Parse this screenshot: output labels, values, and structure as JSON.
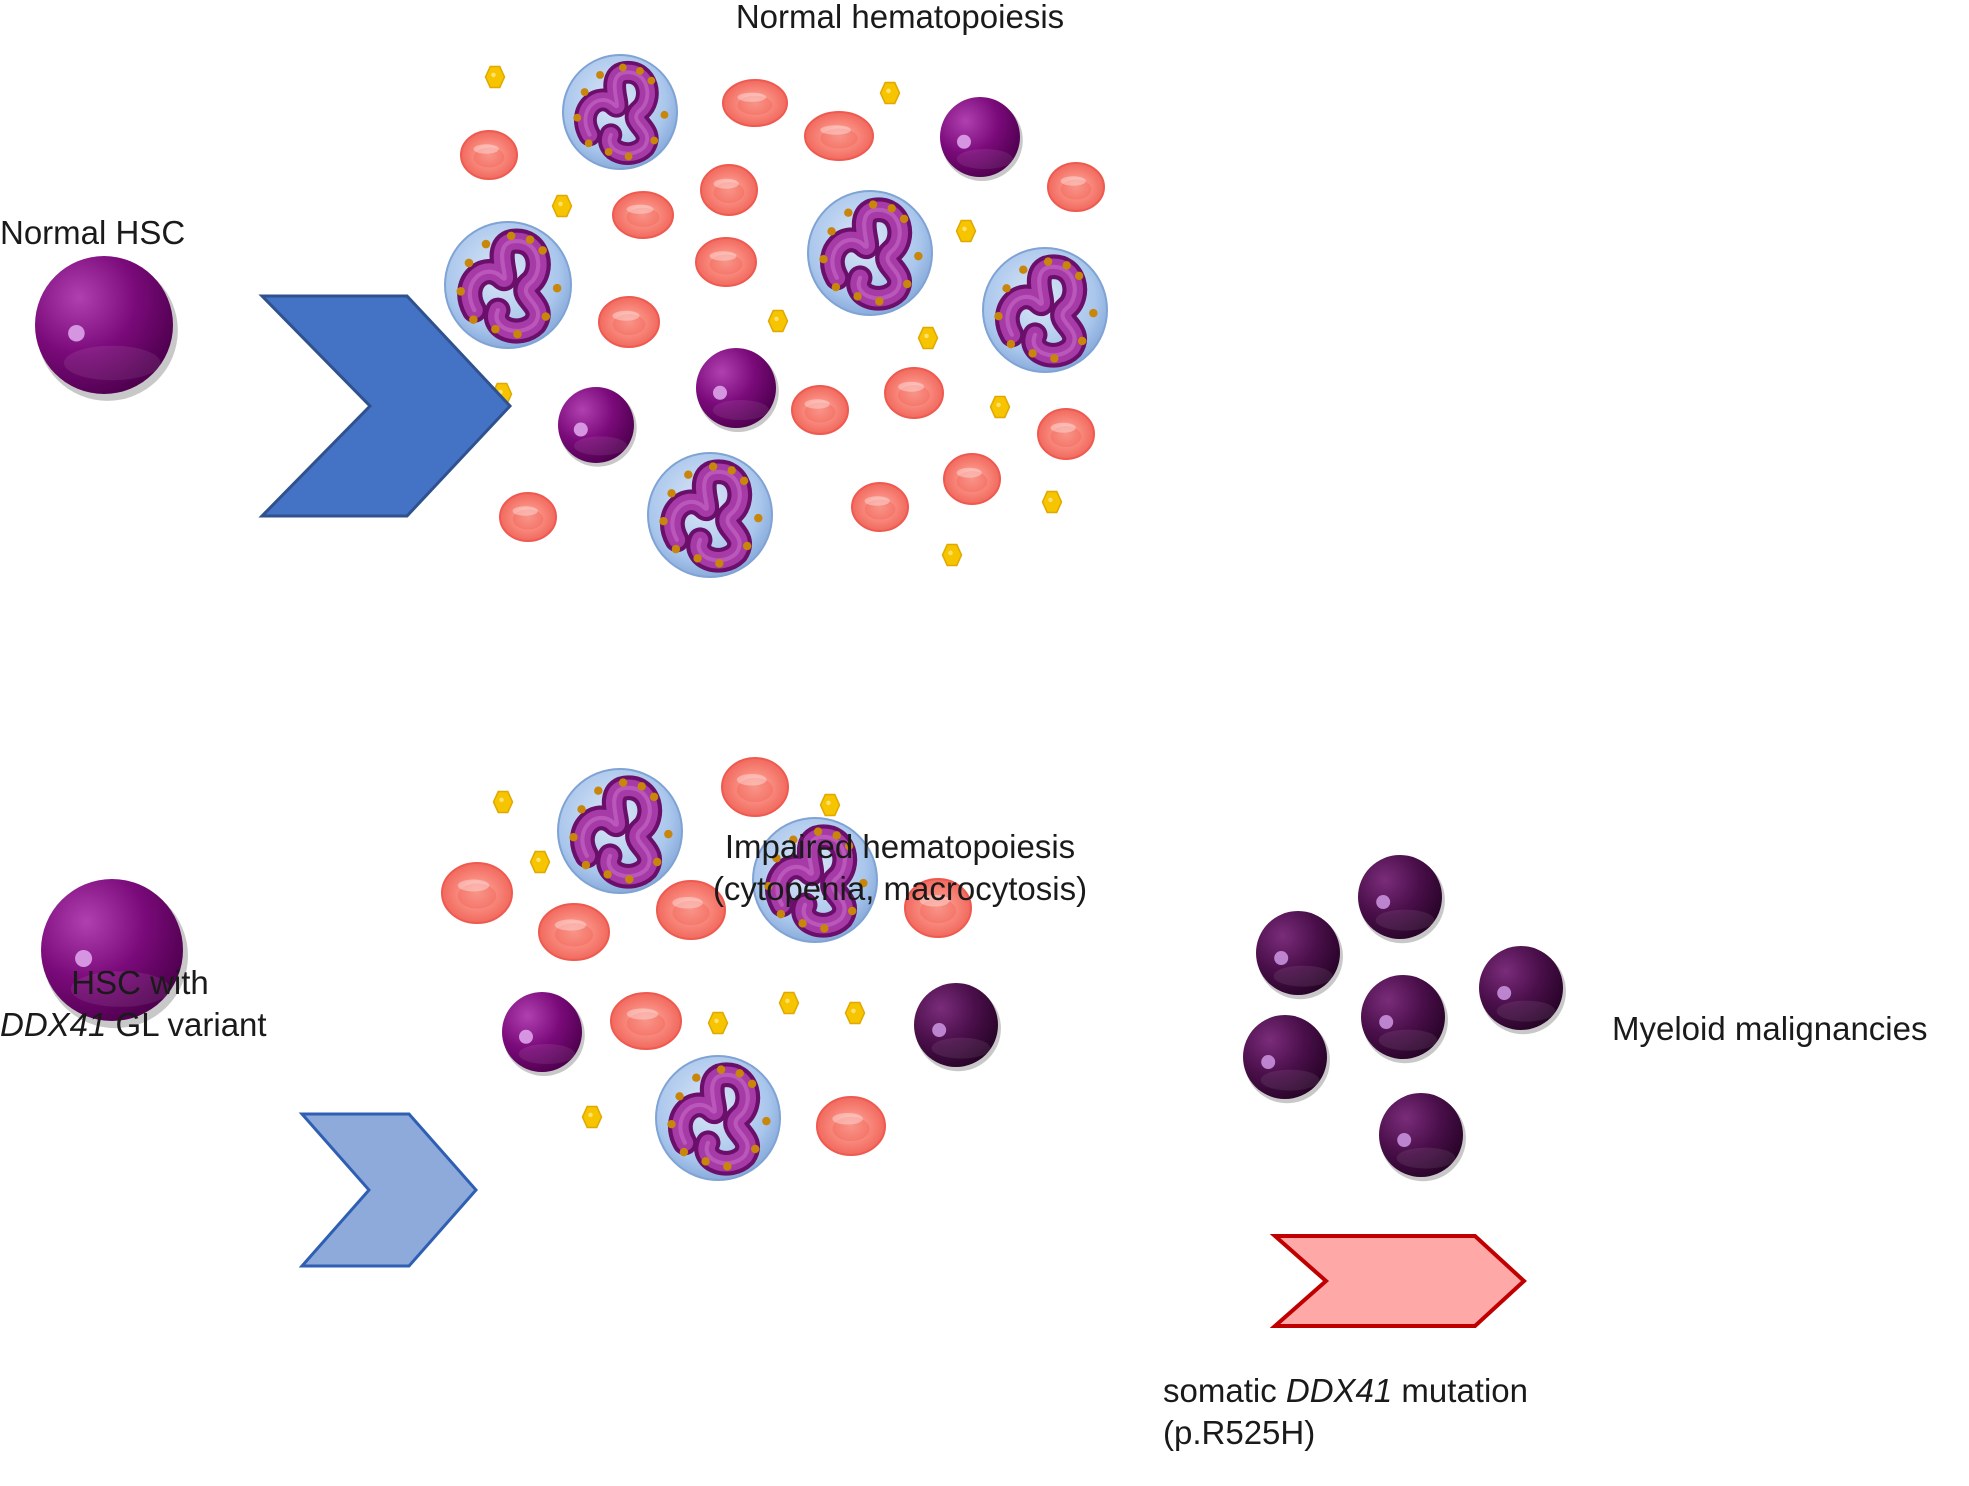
{
  "labels": {
    "normal_hematopoiesis": "Normal hematopoiesis",
    "normal_hsc": "Normal HSC",
    "impaired_line1": "Impaired hematopoiesis",
    "impaired_line2": "(cytopenia, macrocytosis)",
    "hsc_with": "HSC with",
    "ddx41_gene": "DDX41",
    "gl_variant": " GL variant",
    "myeloid": "Myeloid malignancies",
    "somatic_prefix": "somatic ",
    "somatic_gene": "DDX41",
    "somatic_suffix": " mutation",
    "protein_change": "(p.R525H)"
  },
  "colors": {
    "hsc_purple": "#7a0a7a",
    "malignant_cell": "#3e0a3e",
    "red_cell": "#f47a70",
    "neutrophil_cytoplasm": "#a9c6ec",
    "neutrophil_nucleus": "#8e1f8e",
    "platelet": "#f5c200",
    "arrow_normal": "#4472c4",
    "arrow_impaired": "#8eaadb",
    "arrow_malignant_fill": "#ffa8a8",
    "arrow_malignant_stroke": "#c00000"
  },
  "icons": [
    "hsc-cell-icon",
    "red-blood-cell-icon",
    "neutrophil-icon",
    "platelet-icon",
    "lymphocyte-icon",
    "malignant-blast-icon",
    "chevron-arrow-icon"
  ]
}
